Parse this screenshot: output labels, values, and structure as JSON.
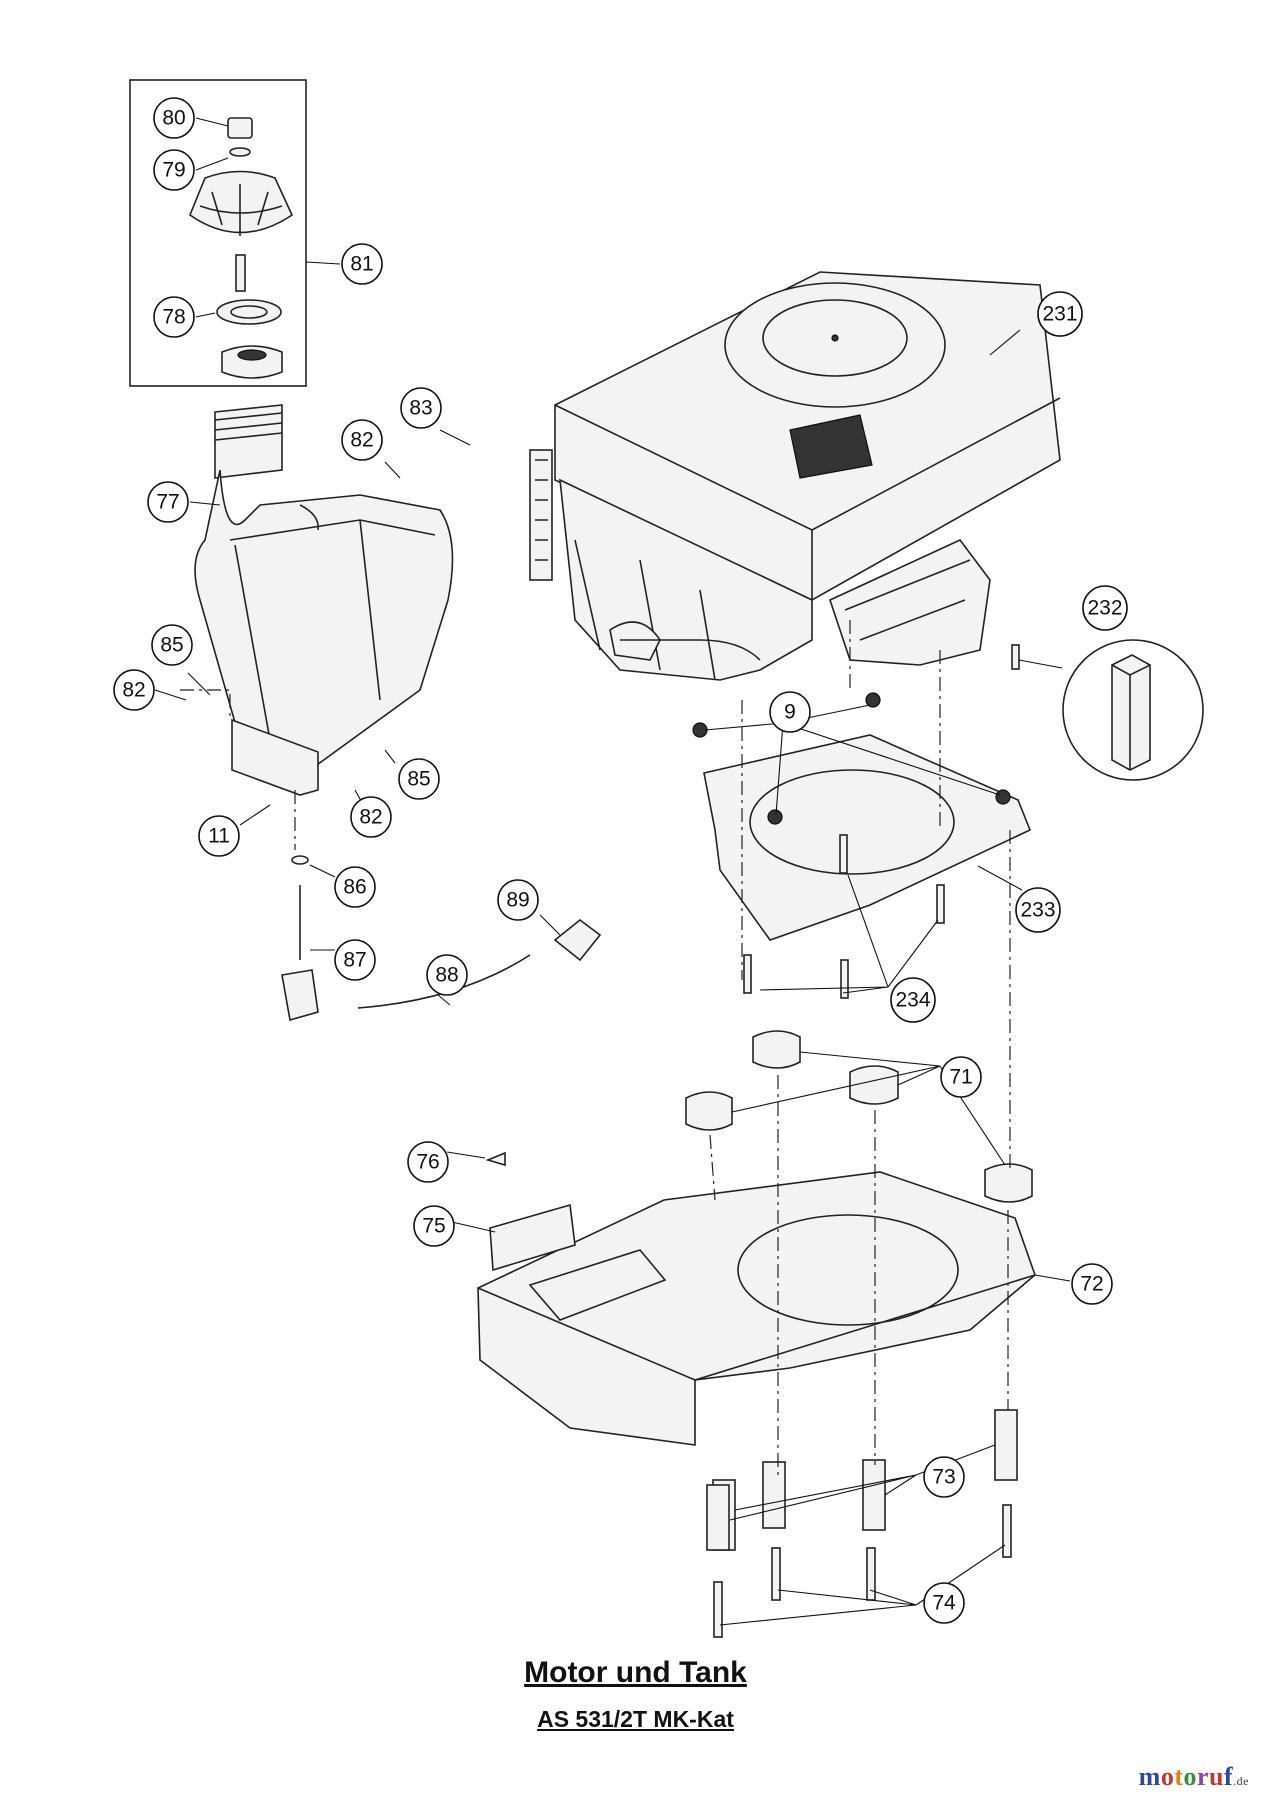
{
  "title": "Motor und Tank",
  "subtitle": "AS 531/2T MK-Kat",
  "logo": {
    "text": "motoruf",
    "tld": ".de",
    "letter_colors": [
      "#2b4aa0",
      "#c0392b",
      "#e67e22",
      "#3b8f3b",
      "#8e44ad",
      "#c0392b",
      "#2b4aa0"
    ]
  },
  "callouts": [
    {
      "id": "c80",
      "label": "80"
    },
    {
      "id": "c79",
      "label": "79"
    },
    {
      "id": "c81",
      "label": "81"
    },
    {
      "id": "c78",
      "label": "78"
    },
    {
      "id": "c83",
      "label": "83"
    },
    {
      "id": "c82a",
      "label": "82"
    },
    {
      "id": "c77",
      "label": "77"
    },
    {
      "id": "c85a",
      "label": "85"
    },
    {
      "id": "c82b",
      "label": "82"
    },
    {
      "id": "c85b",
      "label": "85"
    },
    {
      "id": "c82c",
      "label": "82"
    },
    {
      "id": "c11",
      "label": "11"
    },
    {
      "id": "c86",
      "label": "86"
    },
    {
      "id": "c89",
      "label": "89"
    },
    {
      "id": "c88",
      "label": "88"
    },
    {
      "id": "c87",
      "label": "87"
    },
    {
      "id": "c231",
      "label": "231"
    },
    {
      "id": "c232",
      "label": "232"
    },
    {
      "id": "c9",
      "label": "9"
    },
    {
      "id": "c233",
      "label": "233"
    },
    {
      "id": "c234",
      "label": "234"
    },
    {
      "id": "c71",
      "label": "71"
    },
    {
      "id": "c76",
      "label": "76"
    },
    {
      "id": "c75",
      "label": "75"
    },
    {
      "id": "c72",
      "label": "72"
    },
    {
      "id": "c73",
      "label": "73"
    },
    {
      "id": "c74",
      "label": "74"
    }
  ]
}
